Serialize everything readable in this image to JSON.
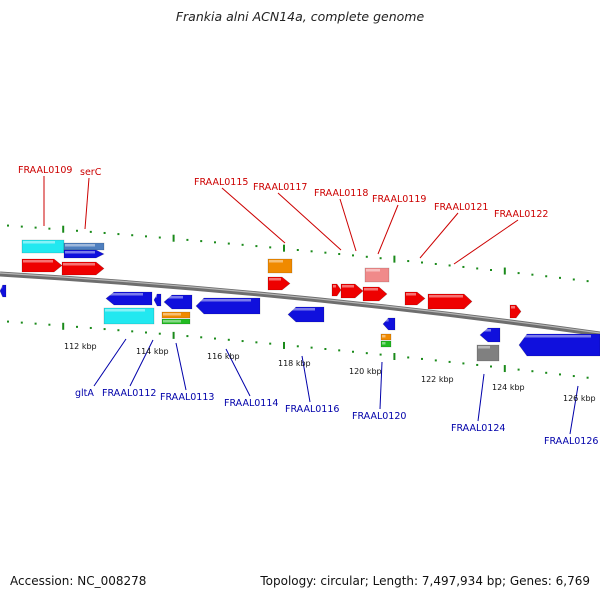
{
  "title": "Frankia alni ACN14a, complete genome",
  "accession": "Accession: NC_008278",
  "footer_info": "Topology: circular; Length: 7,497,934 bp; Genes: 6,769",
  "colors": {
    "forward_label": "#cc0000",
    "reverse_label": "#0000aa",
    "tick": "#1a8a1a",
    "backbone": "#8a8a8a",
    "red_gene": "#ee0000",
    "blue_gene": "#1010dd",
    "cyan_gene": "#22e8f0",
    "orange_gene": "#f08a00",
    "pink_gene": "#f08a8a",
    "green_gene": "#22bb22",
    "gray_gene": "#808080",
    "steel_gene": "#4f7fbf"
  },
  "scale_labels": [
    "112 kbp",
    "114 kbp",
    "116 kbp",
    "118 kbp",
    "120 kbp",
    "122 kbp",
    "124 kbp",
    "126 kbp"
  ],
  "forward_labels": [
    "FRAAL0109",
    "serC",
    "FRAAL0115",
    "FRAAL0117",
    "FRAAL0118",
    "FRAAL0119",
    "FRAAL0121",
    "FRAAL0122"
  ],
  "reverse_labels": [
    "gltA",
    "FRAAL0112",
    "FRAAL0113",
    "FRAAL0114",
    "FRAAL0116",
    "FRAAL0120",
    "FRAAL0124",
    "FRAAL0126"
  ]
}
